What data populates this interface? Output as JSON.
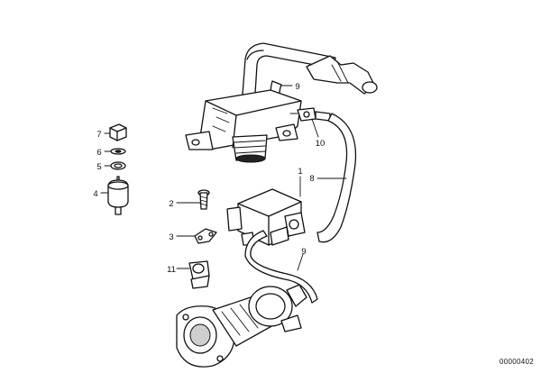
{
  "callouts": {
    "c1": "1",
    "c2": "2",
    "c3": "3",
    "c4": "4",
    "c5": "5",
    "c6": "6",
    "c7": "7",
    "c8": "8",
    "c9a": "9",
    "c9b": "9",
    "c10": "10",
    "c11": "11"
  },
  "drawing_number": "00000402"
}
